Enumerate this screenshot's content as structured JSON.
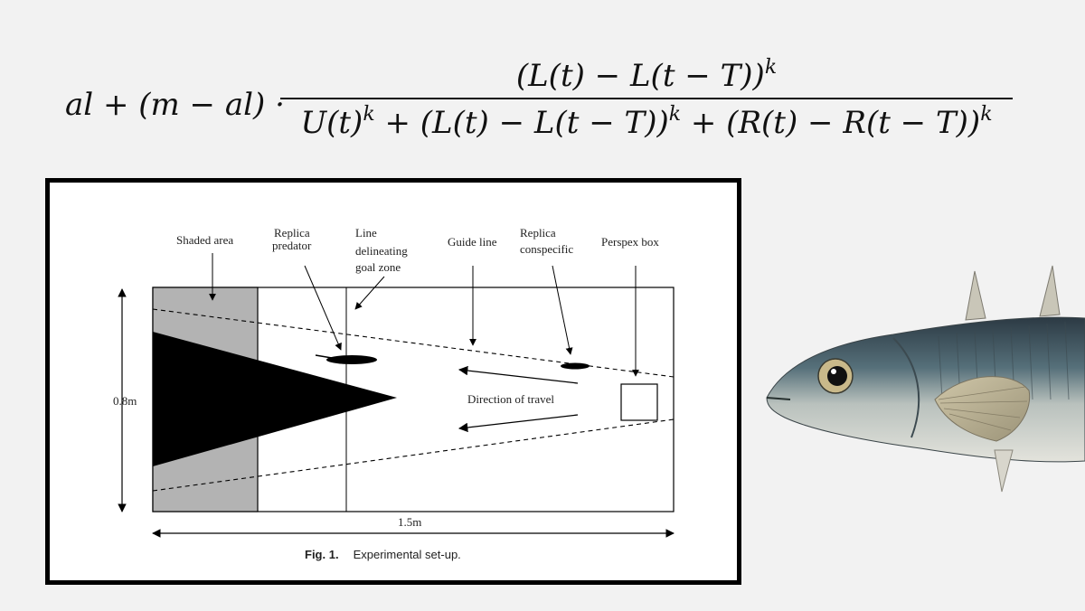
{
  "formula": {
    "lhs_a": "al + (m − al) ·",
    "num_a": "(L(t) − L(t − T))",
    "num_exp": "k",
    "den_1": "U(t)",
    "den_1_exp": "k",
    "den_2": " + (L(t) − L(t − T))",
    "den_2_exp": "k",
    "den_3": " + (R(t) − R(t − T))",
    "den_3_exp": "k"
  },
  "figure": {
    "labels": {
      "shaded_area": "Shaded area",
      "replica_predator_1": "Replica",
      "replica_predator_2": "predator",
      "line_goal_1": "Line",
      "line_goal_2": "delineating",
      "line_goal_3": "goal zone",
      "guide_line": "Guide line",
      "replica_conspecific_1": "Replica",
      "replica_conspecific_2": "conspecific",
      "perspex_box": "Perspex box",
      "direction_of_travel": "Direction of travel",
      "height": "0.8m",
      "width": "1.5m"
    },
    "caption_number": "Fig. 1.",
    "caption_text": "Experimental set-up."
  },
  "colors": {
    "background": "#f2f2f2",
    "shaded": "#b3b3b3",
    "ink": "#000000"
  }
}
